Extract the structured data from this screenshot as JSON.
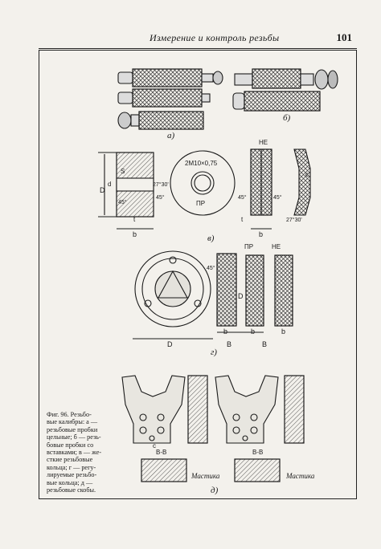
{
  "header": {
    "title": "Измерение и контроль резьбы",
    "page_number": "101"
  },
  "figure": {
    "subfigure_labels": [
      "а)",
      "б)",
      "в)",
      "г)",
      "д)"
    ],
    "labels": {
      "ne": "НЕ",
      "pr": "ПР",
      "thread": "2М10×0,75",
      "angle_a": "27°30'",
      "angle_b": "45°",
      "angle_c": "45°",
      "angle_d": "45°",
      "angle_e": "27°30'",
      "angle_f": "45°",
      "dim_b": "b",
      "dim_b2": "b",
      "dim_b3": "b",
      "dim_b4": "b",
      "dim_b5": "b",
      "dim_B": "B",
      "dim_B2": "B",
      "dim_D": "D",
      "dim_D2": "D",
      "dim_d": "d",
      "dim_S": "S",
      "dim_t": "t",
      "dim_t2": "t",
      "dim_c": "c",
      "dim_c2": "c",
      "section_a": "В-В",
      "section_b": "В-В",
      "mastika_a": "Мастика",
      "mastika_b": "Мастика"
    }
  },
  "caption": {
    "lines": [
      "Фиг. 96. Резьбо-",
      "вые калибры: а —",
      "резьбовые пробки",
      "цельные; б — резь-",
      "бовые пробки со",
      "вставками; в — же-",
      "сткие резьбовые",
      "кольца; г — регу-",
      "лируемые резьбо-",
      "вые кольца; д —",
      "резьбовые скобы."
    ]
  }
}
